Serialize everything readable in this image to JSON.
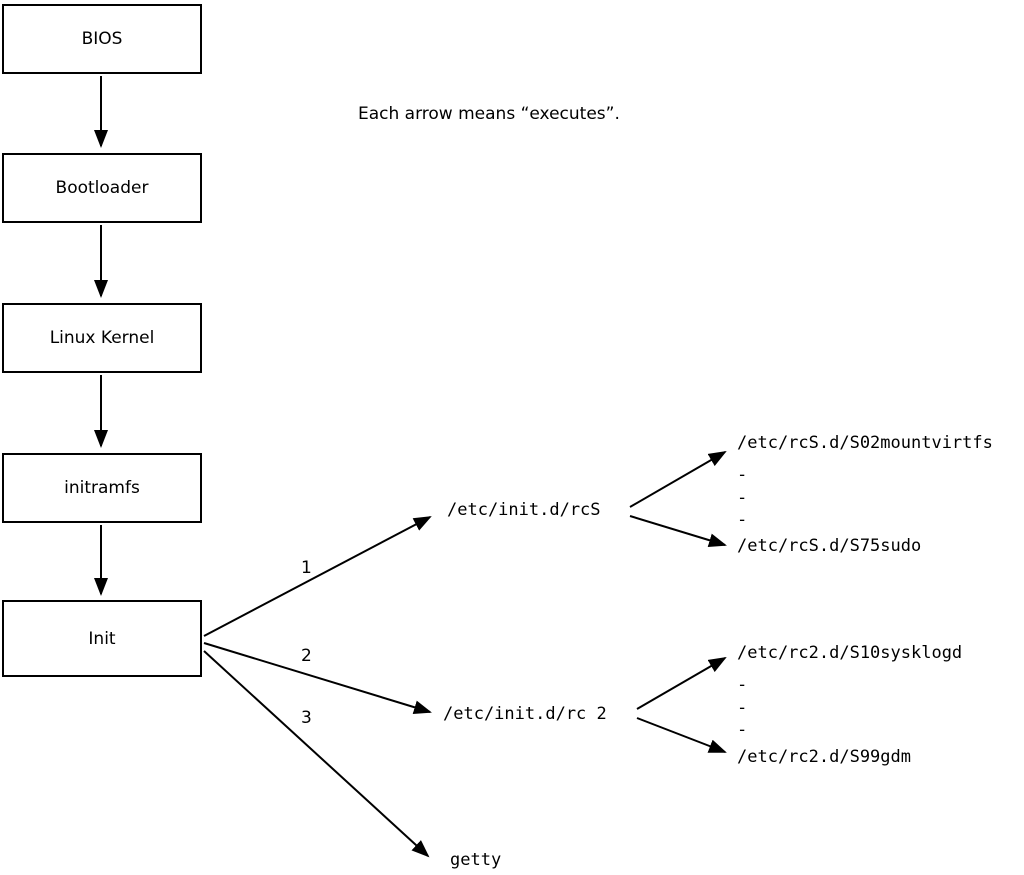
{
  "note": "Each arrow means “executes”.",
  "flow": {
    "bios": "BIOS",
    "bootloader": "Bootloader",
    "kernel": "Linux Kernel",
    "initramfs": "initramfs",
    "init": "Init"
  },
  "branches": {
    "rcS": {
      "order": "1",
      "label": "/etc/init.d/rcS",
      "children": [
        "/etc/rcS.d/S02mountvirtfs",
        "-",
        "-",
        "-",
        "/etc/rcS.d/S75sudo"
      ]
    },
    "rc2": {
      "order": "2",
      "label": "/etc/init.d/rc 2",
      "children": [
        "/etc/rc2.d/S10sysklogd",
        "-",
        "-",
        "-",
        "/etc/rc2.d/S99gdm"
      ]
    },
    "getty": {
      "order": "3",
      "label": "getty"
    }
  },
  "colors": {
    "stroke": "#000000",
    "background": "#ffffff"
  }
}
